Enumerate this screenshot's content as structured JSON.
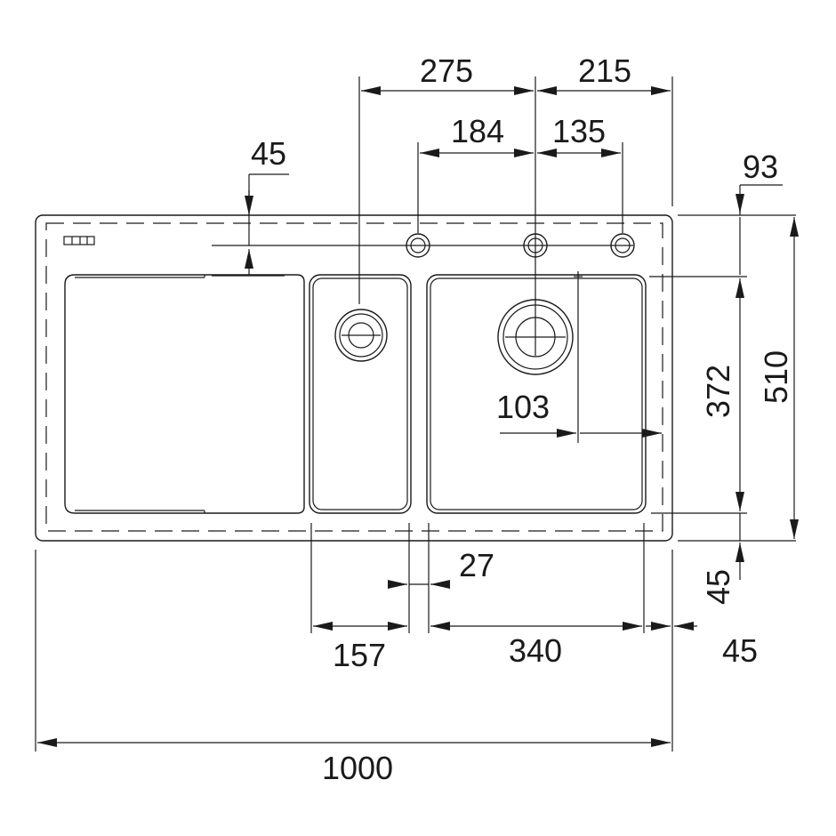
{
  "dimensions": {
    "top_275": "275",
    "top_215": "215",
    "top_184": "184",
    "top_135": "135",
    "left_45": "45",
    "right_93": "93",
    "right_372": "372",
    "right_510": "510",
    "inner_103": "103",
    "gap_27": "27",
    "bottom_157": "157",
    "bottom_340": "340",
    "right_45_vertical": "45",
    "right_45_horizontal": "45",
    "overall_1000": "1000"
  },
  "colors": {
    "line": "#1a1a1a",
    "background": "#ffffff"
  },
  "icons": {
    "logo": "brand-plate-icon"
  }
}
